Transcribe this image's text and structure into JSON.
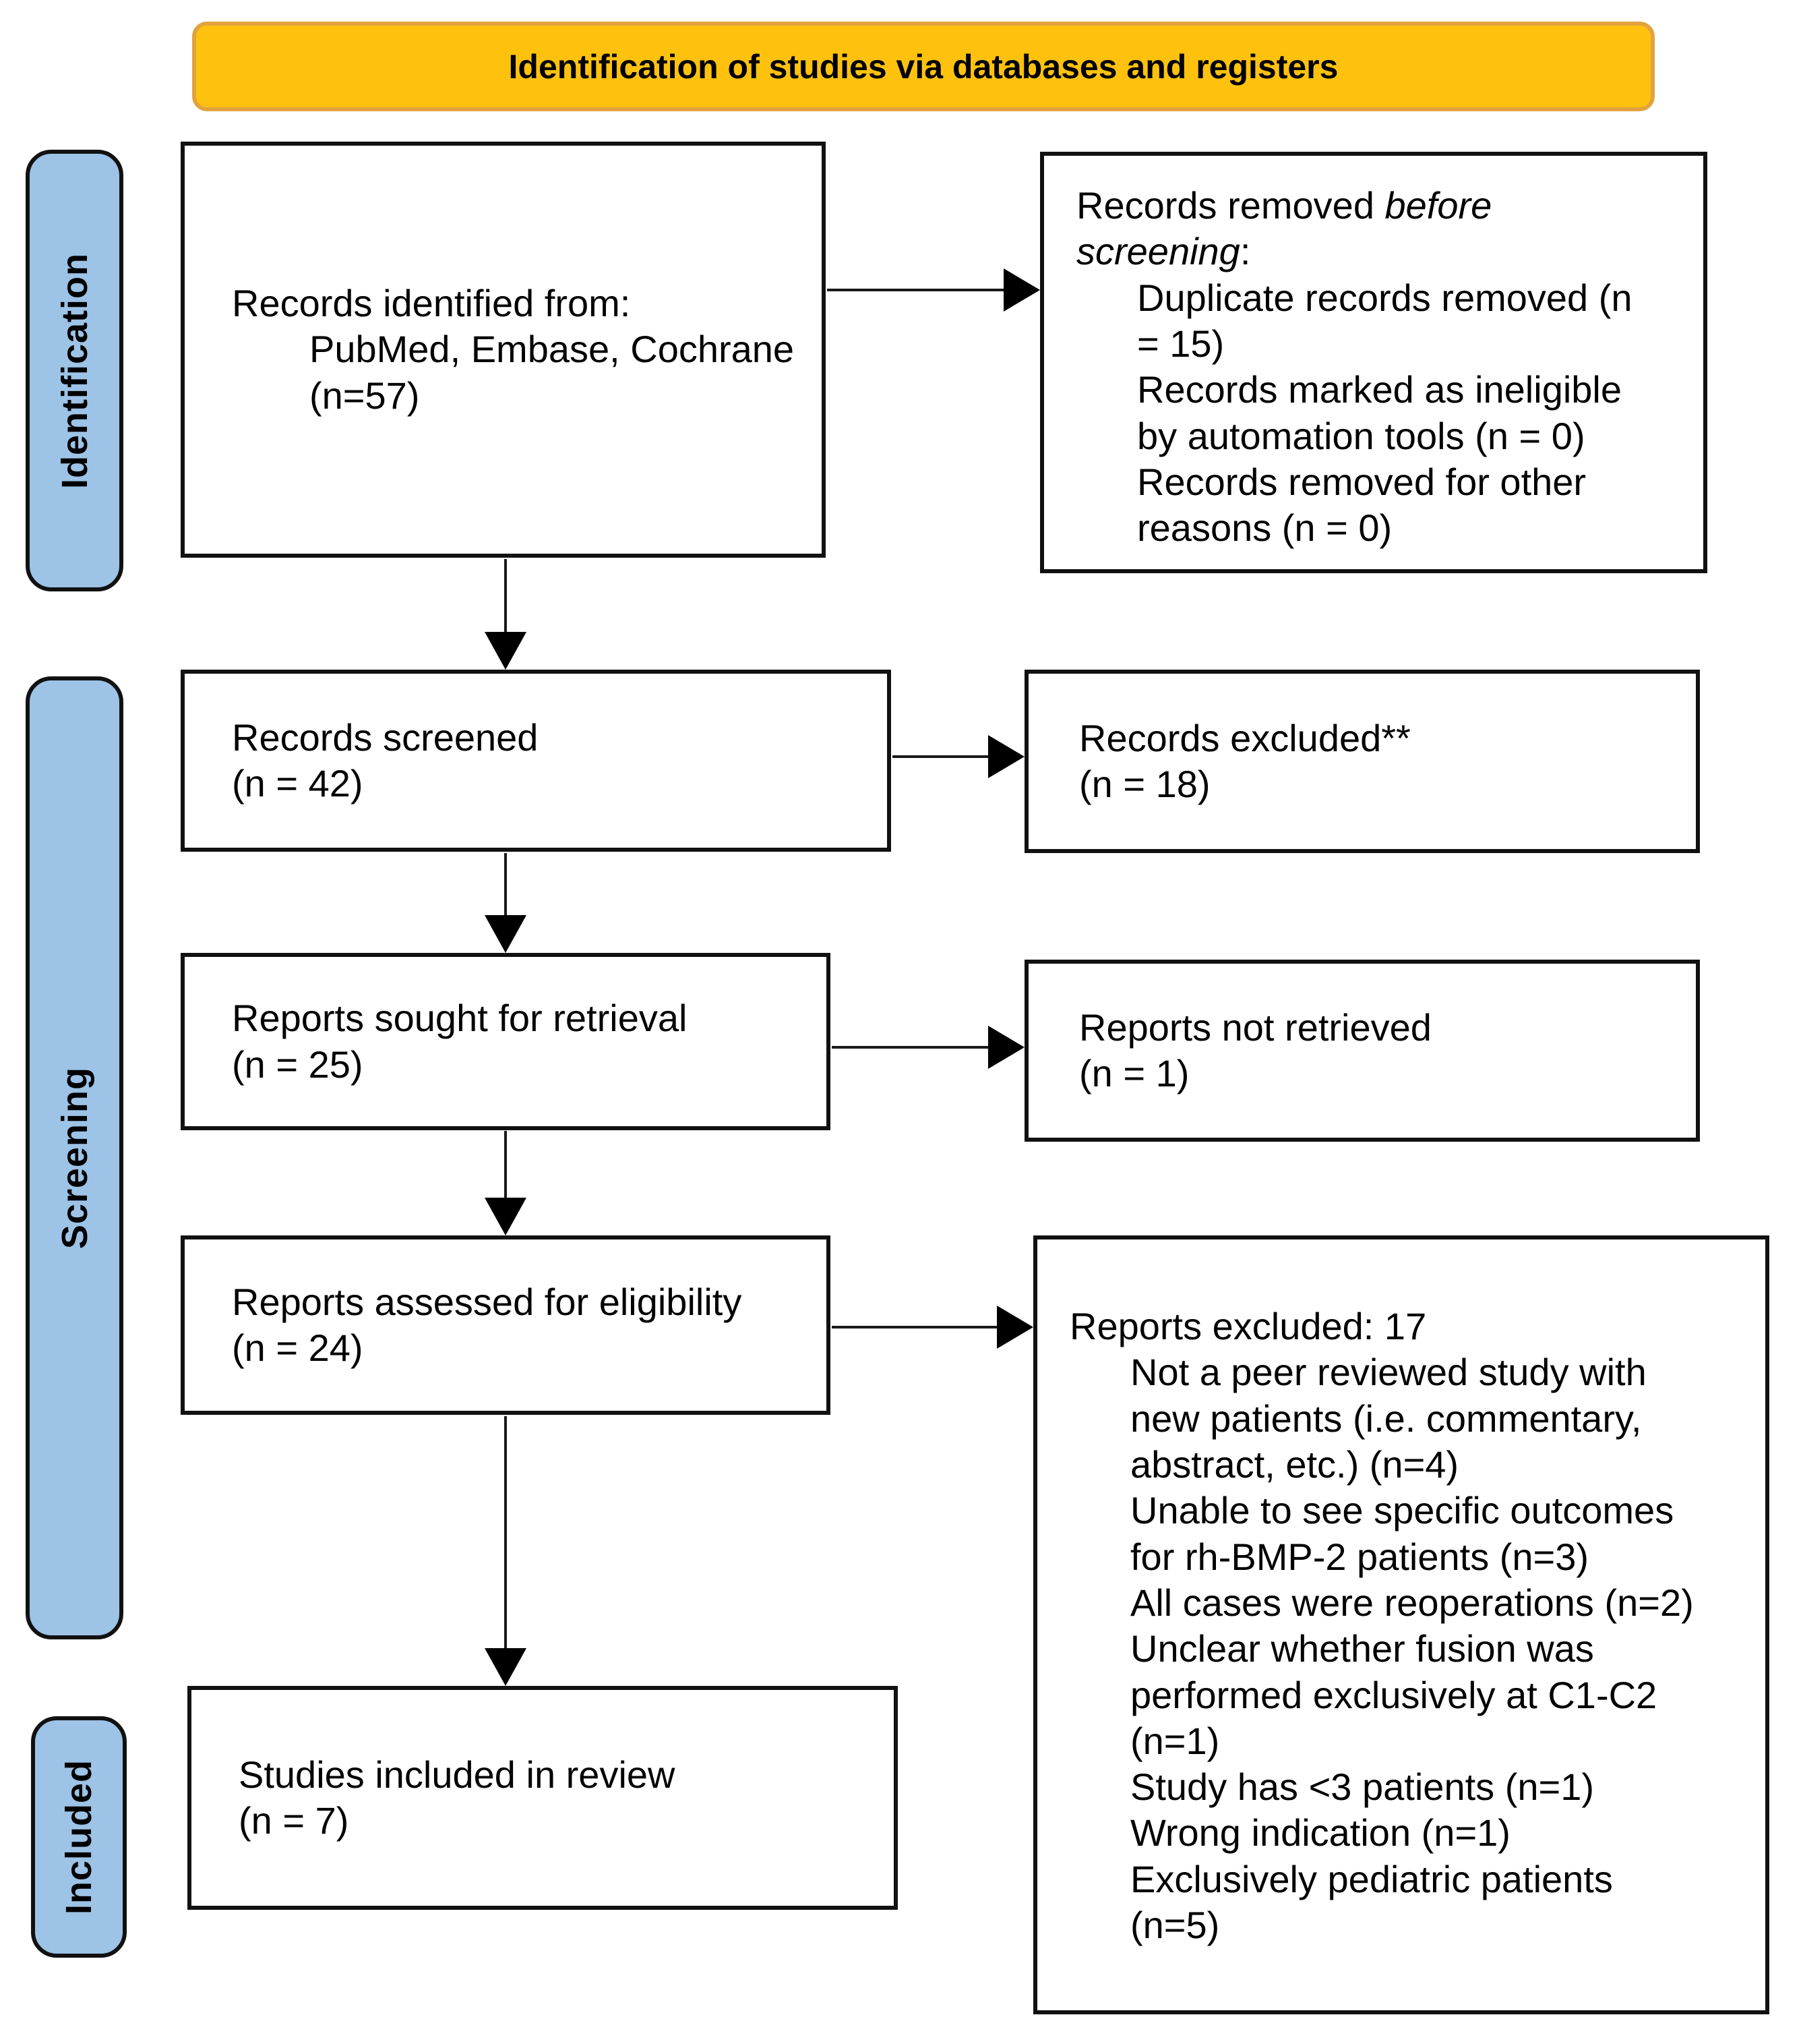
{
  "header": {
    "title": "Identification of studies via databases and registers"
  },
  "stages": {
    "identification": "Identification",
    "screening": "Screening",
    "included": "Included"
  },
  "colors": {
    "header_fill": "#FEC20E",
    "header_border": "#E2A33D",
    "stage_fill": "#9DC3E6",
    "box_border": "#111111",
    "text": "#000000"
  },
  "boxes": {
    "records_identified": {
      "line1": "Records identified from:",
      "line2": "PubMed, Embase, Cochrane",
      "line3": "(n=57)"
    },
    "records_removed": {
      "intro_regular": "Records removed ",
      "intro_italic": "before screening",
      "intro_colon": ":",
      "items": [
        "Duplicate records removed (n = 15)",
        "Records marked as ineligible by automation tools (n = 0)",
        "Records removed for other reasons (n = 0)"
      ]
    },
    "records_screened": {
      "line1": "Records screened",
      "line2": "(n = 42)"
    },
    "records_excluded": {
      "line1": "Records excluded**",
      "line2": "(n = 18)"
    },
    "reports_sought": {
      "line1": "Reports sought for retrieval",
      "line2": "(n = 25)"
    },
    "reports_not_retrieved": {
      "line1": "Reports not retrieved",
      "line2": "(n = 1)"
    },
    "reports_assessed": {
      "line1": "Reports assessed for eligibility",
      "line2": "(n = 24)"
    },
    "reports_excluded": {
      "intro": "Reports excluded: 17",
      "items": [
        "Not a peer reviewed study with new patients (i.e. commentary, abstract, etc.) (n=4)",
        "Unable to see specific outcomes for rh-BMP-2 patients (n=3)",
        "All cases were reoperations (n=2)",
        "Unclear whether fusion was performed exclusively at C1-C2 (n=1)",
        "Study has <3 patients (n=1)",
        "Wrong indication (n=1)",
        "Exclusively pediatric patients (n=5)"
      ]
    },
    "studies_included": {
      "line1": "Studies included in review",
      "line2": "(n = 7)"
    }
  }
}
